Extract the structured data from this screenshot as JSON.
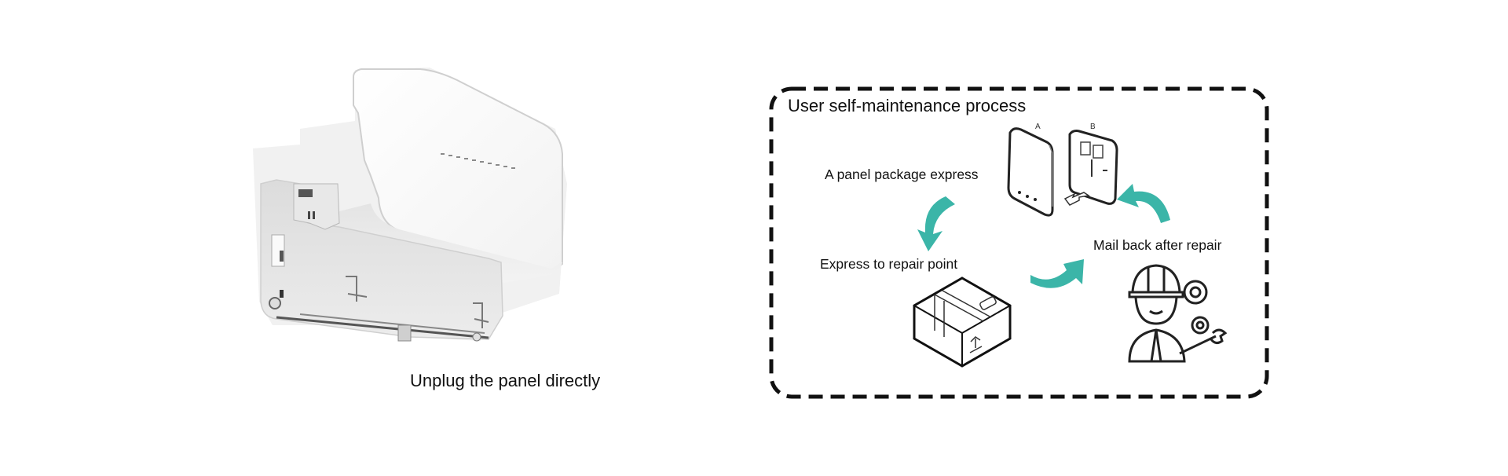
{
  "left_panel": {
    "image": "device-panel-unplugged-illustration",
    "caption": "Unplug the panel directly"
  },
  "process": {
    "title": "User self-maintenance process",
    "accent_color": "#3bb5a8",
    "steps": [
      {
        "label": "A panel package express",
        "icon": "panel-ab-icon"
      },
      {
        "label": "Express to repair point",
        "icon": "package-box-icon"
      },
      {
        "label": "Mail back after repair",
        "icon": "repair-engineer-icon"
      }
    ],
    "panel_labels": {
      "a": "A",
      "b": "B"
    }
  }
}
